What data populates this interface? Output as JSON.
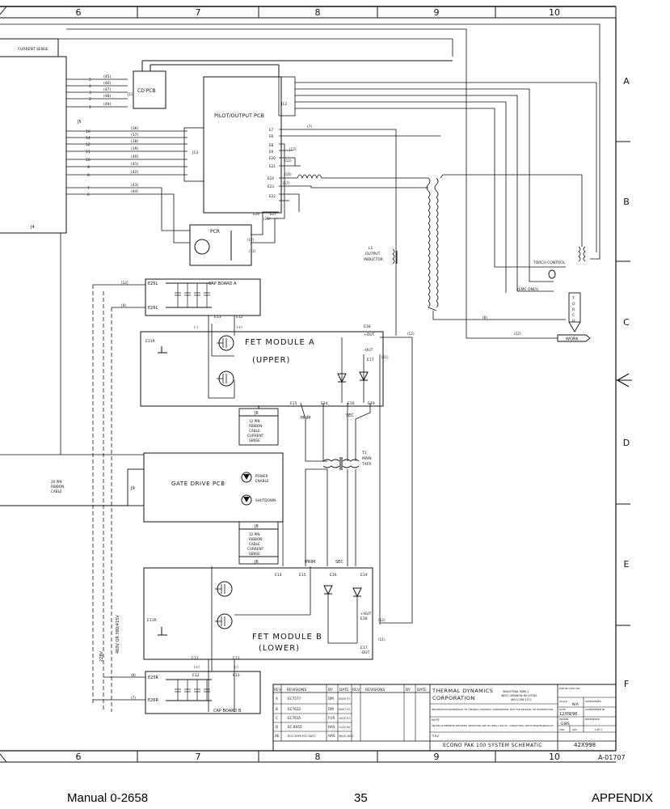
{
  "grid": {
    "col_labels": [
      "6",
      "7",
      "8",
      "9",
      "10"
    ],
    "row_labels": [
      "A",
      "B",
      "C",
      "D",
      "E",
      "F"
    ]
  },
  "labels": {
    "current_sense_top": "CURRENT SENSE",
    "j5": "J5",
    "j4": "J4",
    "cd_pcb": "CD PCB",
    "j11": "J11",
    "pilot_output_pcb": "PILOT/OUTPUT PCB",
    "j12": "J12",
    "j13": "J13",
    "pcr": "PCR",
    "output_inductor": "L1 OUTPUT INDUCTOR",
    "torch_control": "TORCH CONTROL",
    "emc_only": "(EMC ONLY)",
    "torch": "TORCH",
    "work": "WORK",
    "cap_board_a": "CAP BOARD A",
    "cap_board_b": "CAP BOARD B",
    "e25l": "E25L",
    "e26l": "E26L",
    "e25r": "E25R",
    "e26r": "E26R",
    "fet_a_title": "FET MODULE A",
    "fet_a_sub": "(UPPER)",
    "fet_b_title": "FET MODULE B",
    "fet_b_sub": "(LOWER)",
    "gate_drive": "GATE DRIVE PCB",
    "j9": "J9",
    "j8": "J8",
    "j6a": "J6",
    "j6b": "J6",
    "ribbon_12pin": "12 PIN RIBBON CABLE",
    "current_sense_a": "CURRENT SENSE",
    "current_sense_b": "CURRENT SENSE",
    "ribbon_20pin": "20 PIN RIBBON CABLE",
    "power_enable": "POWER ENABLE",
    "shutdown": "SHUTDOWN",
    "t1": "T1 MAIN TXFR",
    "prim": "PRIM",
    "sec": "SEC",
    "e11r": "E11R",
    "out_plus": "+OUT",
    "out_minus": "-OUT",
    "voltage_vertical": "460V OR 380/415V",
    "v_228": "228V",
    "doc_number": "A-01707"
  },
  "wire_numbers_j5_top": [
    "(45)",
    "(46)",
    "(47)",
    "(48)",
    "(49)"
  ],
  "wire_numbers_j5_mid": [
    "(36)",
    "(37)",
    "(38)",
    "(39)",
    "(40)",
    "(41)",
    "(42)"
  ],
  "wire_numbers_j5_low": [
    "(43)",
    "(44)"
  ],
  "title_block": {
    "headers": [
      "REV",
      "REVISIONS",
      "BY",
      "DATE",
      "REV",
      "REVISIONS",
      "BY",
      "DATE"
    ],
    "revisions": [
      {
        "rev": "A",
        "desc": "EC7577",
        "by": "DM",
        "date": "05/05 97"
      },
      {
        "rev": "B",
        "desc": "EC7632",
        "by": "DM",
        "date": "05/07 97"
      },
      {
        "rev": "C",
        "desc": "EC7635",
        "by": "FUR",
        "date": "10/15 97"
      },
      {
        "rev": "D",
        "desc": "EC 8055",
        "by": "HAS",
        "date": "11/22 00"
      },
      {
        "rev": "AE",
        "desc": "ECO 39F6 ECO 3AF2",
        "by": "HAS",
        "date": "08/15 2001"
      }
    ],
    "company": "THERMAL DYNAMICS CORPORATION",
    "address": "INDUSTRIAL PARK 2 WEST LEBANON NH 03784 (603) 298-5711",
    "confidential": "INFORMATION PROPRIETARY TO THERMAL DYNAMICS CORPORATION. NOT FOR RELEASE, OR DISTRIBUTION.",
    "note_label": "NOTE",
    "note": "UNLESS OTHERWISE SPECIFIED, RESISTORS ARE IN OHMS 1/4W 5%, CAPACITORS ARE IN MICROFARADS(uF)",
    "title_label": "TITLE",
    "title": "ECONO PAK 100 SYSTEM SCHEMATIC",
    "drawing_no": "42X998",
    "scale_label": "SCALE",
    "scale": "N/A",
    "date_label": "DATE",
    "date": "12/09/96",
    "drawn_label": "DRAWN",
    "drawn": "GWS",
    "chk_label": "CHK",
    "app_label": "APP",
    "sheet": "1 of 1",
    "supersedes_label": "SUPERSEDES",
    "supersedes_by_label": "SUPERSEDED BY",
    "reference_label": "REFERENCE",
    "pcb_label": "PCB NO ASSY NO"
  },
  "footer": {
    "manual": "Manual 0-2658",
    "page": "35",
    "section": "APPENDIX"
  }
}
